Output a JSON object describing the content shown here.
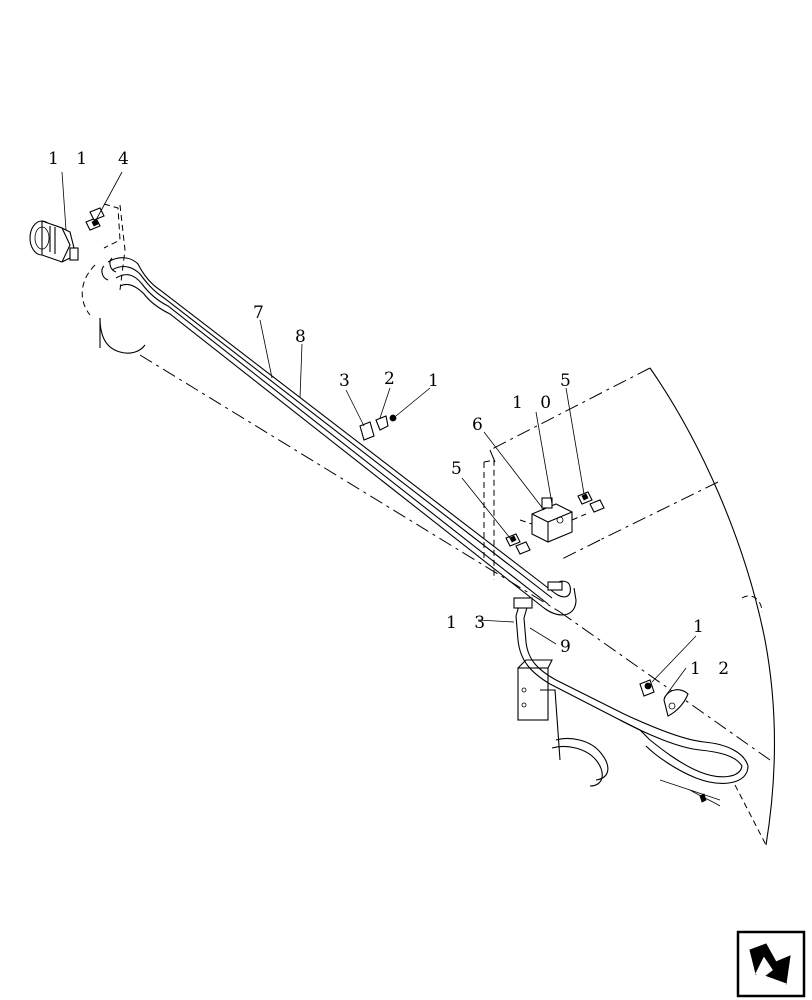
{
  "diagram": {
    "callouts": [
      {
        "id": "11",
        "text": "1 1"
      },
      {
        "id": "4",
        "text": "4"
      },
      {
        "id": "7",
        "text": "7"
      },
      {
        "id": "8",
        "text": "8"
      },
      {
        "id": "3",
        "text": "3"
      },
      {
        "id": "2",
        "text": "2"
      },
      {
        "id": "1a",
        "text": "1"
      },
      {
        "id": "10",
        "text": "1 0"
      },
      {
        "id": "5a",
        "text": "5"
      },
      {
        "id": "6",
        "text": "6"
      },
      {
        "id": "5b",
        "text": "5"
      },
      {
        "id": "13",
        "text": "1 3"
      },
      {
        "id": "9",
        "text": "9"
      },
      {
        "id": "1b",
        "text": "1"
      },
      {
        "id": "12",
        "text": "1 2"
      }
    ],
    "nav_icon": "next-page-arrow-icon"
  }
}
